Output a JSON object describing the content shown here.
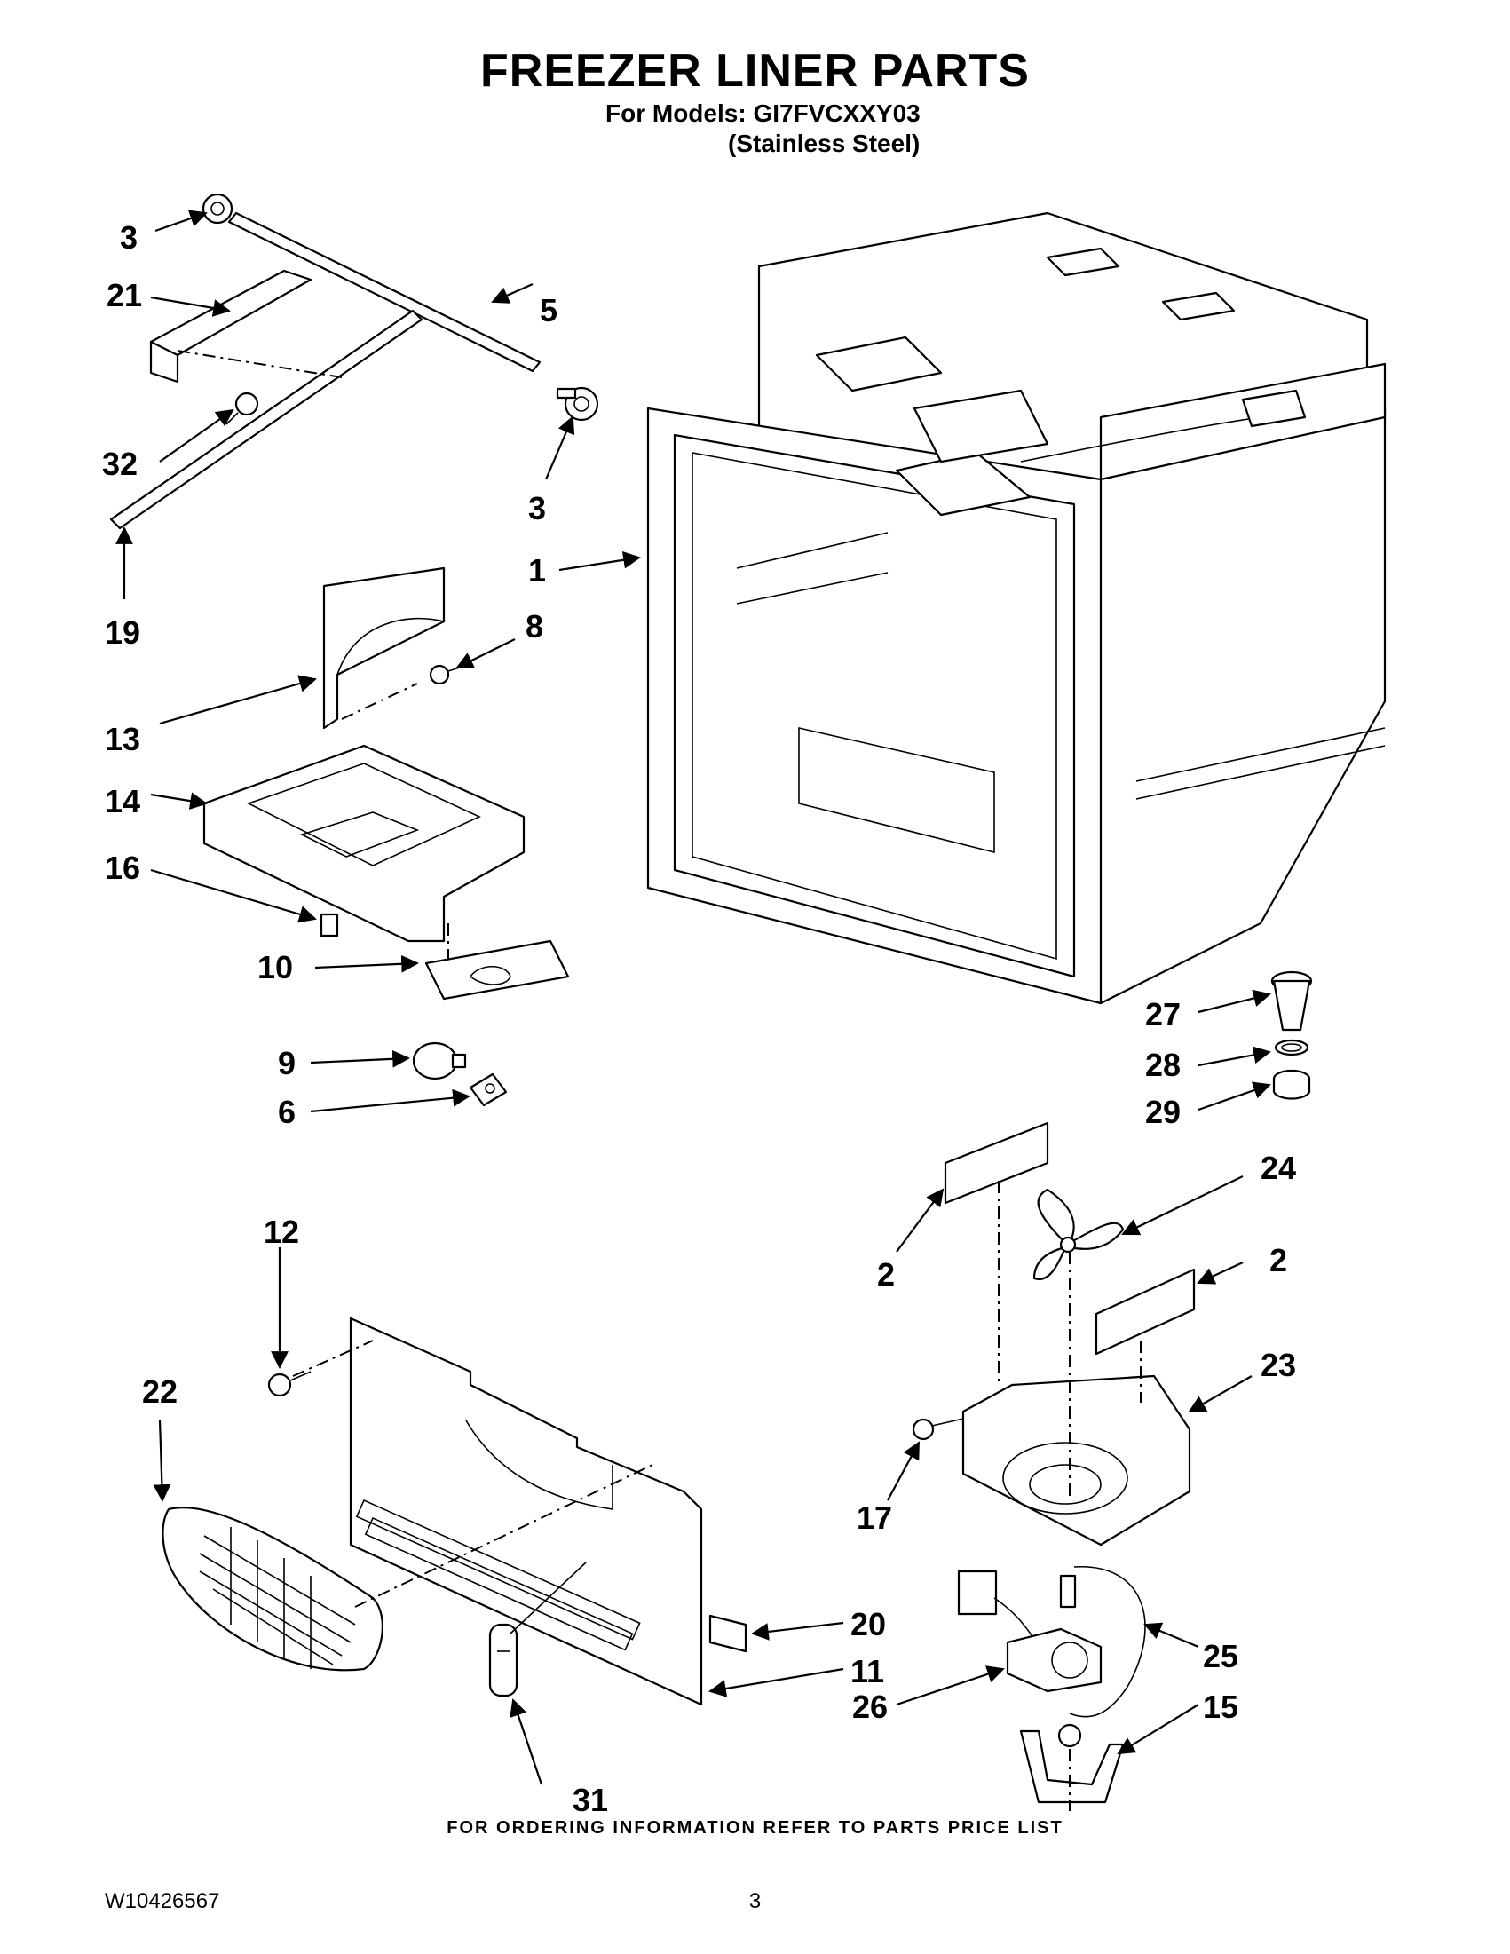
{
  "header": {
    "title": "FREEZER LINER PARTS",
    "models_line": "For Models: GI7FVCXXY03",
    "finish_line": "(Stainless Steel)"
  },
  "callouts": {
    "c1": "1",
    "c2a": "2",
    "c2b": "2",
    "c3a": "3",
    "c3b": "3",
    "c5": "5",
    "c6": "6",
    "c8": "8",
    "c9": "9",
    "c10": "10",
    "c11": "11",
    "c12": "12",
    "c13": "13",
    "c14": "14",
    "c15": "15",
    "c16": "16",
    "c17": "17",
    "c19": "19",
    "c20": "20",
    "c21": "21",
    "c22": "22",
    "c23": "23",
    "c24": "24",
    "c25": "25",
    "c26": "26",
    "c27": "27",
    "c28": "28",
    "c29": "29",
    "c31": "31",
    "c32": "32"
  },
  "footer": {
    "ordering_note": "FOR ORDERING INFORMATION REFER TO PARTS PRICE LIST",
    "document_number": "W10426567",
    "page_number": "3"
  }
}
